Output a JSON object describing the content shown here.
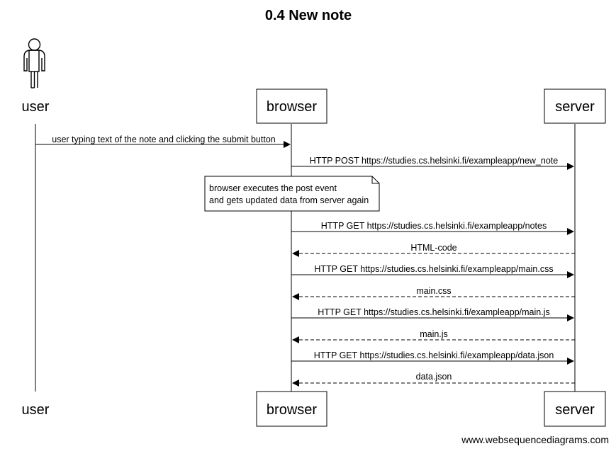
{
  "title": "0.4 New note",
  "participants": [
    {
      "id": "user",
      "label": "user",
      "kind": "actor"
    },
    {
      "id": "browser",
      "label": "browser",
      "kind": "box"
    },
    {
      "id": "server",
      "label": "server",
      "kind": "box"
    }
  ],
  "messages": [
    {
      "from": "user",
      "to": "browser",
      "text": "user typing text of the note and clicking the submit button",
      "style": "solid"
    },
    {
      "from": "browser",
      "to": "server",
      "text": "HTTP POST https://studies.cs.helsinki.fi/exampleapp/new_note",
      "style": "solid"
    },
    {
      "from": "browser",
      "to": "server",
      "text": "HTTP GET https://studies.cs.helsinki.fi/exampleapp/notes",
      "style": "solid"
    },
    {
      "from": "server",
      "to": "browser",
      "text": "HTML-code",
      "style": "dashed"
    },
    {
      "from": "browser",
      "to": "server",
      "text": "HTTP GET https://studies.cs.helsinki.fi/exampleapp/main.css",
      "style": "solid"
    },
    {
      "from": "server",
      "to": "browser",
      "text": "main.css",
      "style": "dashed"
    },
    {
      "from": "browser",
      "to": "server",
      "text": "HTTP GET https://studies.cs.helsinki.fi/exampleapp/main.js",
      "style": "solid"
    },
    {
      "from": "server",
      "to": "browser",
      "text": "main.js",
      "style": "dashed"
    },
    {
      "from": "browser",
      "to": "server",
      "text": "HTTP GET https://studies.cs.helsinki.fi/exampleapp/data.json",
      "style": "solid"
    },
    {
      "from": "server",
      "to": "browser",
      "text": "data.json",
      "style": "dashed"
    }
  ],
  "note": {
    "over": "browser",
    "lines": [
      "browser executes the post event",
      "and gets updated data from server again"
    ]
  },
  "footer": "www.websequencediagrams.com"
}
